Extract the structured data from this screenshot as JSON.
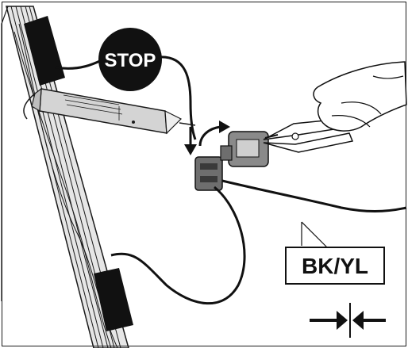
{
  "stop_sign": {
    "text": "STOP"
  },
  "wire_label": {
    "text": "BK/YL"
  },
  "icons": {
    "join_icon": "two-arrows-pointing-to-center-line",
    "tester_icon": "voltage-tester-pen",
    "pliers_icon": "crimping-pliers",
    "hand_icon": "hand"
  },
  "colors": {
    "line": "#1a1a1a",
    "harness_fill": "#d9d9d9",
    "tester_fill": "#cfcfcf",
    "connector_fill": "#6e6e6e",
    "background": "#ffffff"
  }
}
